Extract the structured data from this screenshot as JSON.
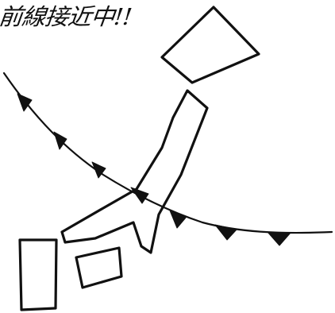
{
  "title": "前線接近中!!",
  "colors": {
    "ink": "#111111",
    "background": "#ffffff"
  },
  "icons": {
    "front": "cold-front-line-with-triangles",
    "islands": [
      "hokkaido-shape",
      "honshu-shape",
      "shikoku-shape",
      "kyushu-shape",
      "ryukyu-shape"
    ]
  }
}
